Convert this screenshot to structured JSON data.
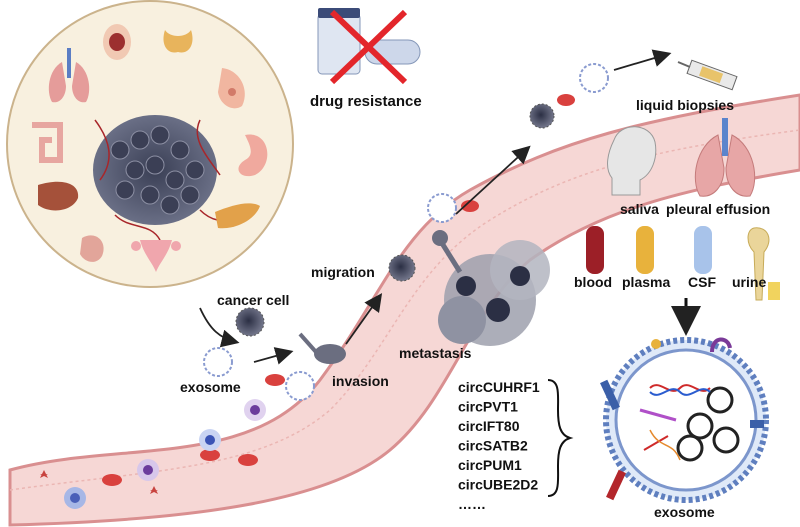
{
  "labels": {
    "drug_resistance": "drug resistance",
    "liquid_biopsies": "liquid biopsies",
    "saliva": "saliva",
    "pleural_effusion": "pleural effusion",
    "blood": "blood",
    "plasma": "plasma",
    "csf": "CSF",
    "urine": "urine",
    "migration": "migration",
    "cancer_cell": "cancer cell",
    "exosome_left": "exosome",
    "invasion": "invasion",
    "metastasis": "metastasis",
    "exosome_bottom": "exosome"
  },
  "circ_list": [
    "circCUHRF1",
    "circPVT1",
    "circIFT80",
    "circSATB2",
    "circPUM1",
    "circUBE2D2",
    "……"
  ],
  "colors": {
    "vessel_fill": "#f6d7d5",
    "vessel_edge": "#d98f90",
    "tumor": "#4a4f66",
    "circle_bg": "#f8f0df",
    "red_x": "#e3262b"
  }
}
